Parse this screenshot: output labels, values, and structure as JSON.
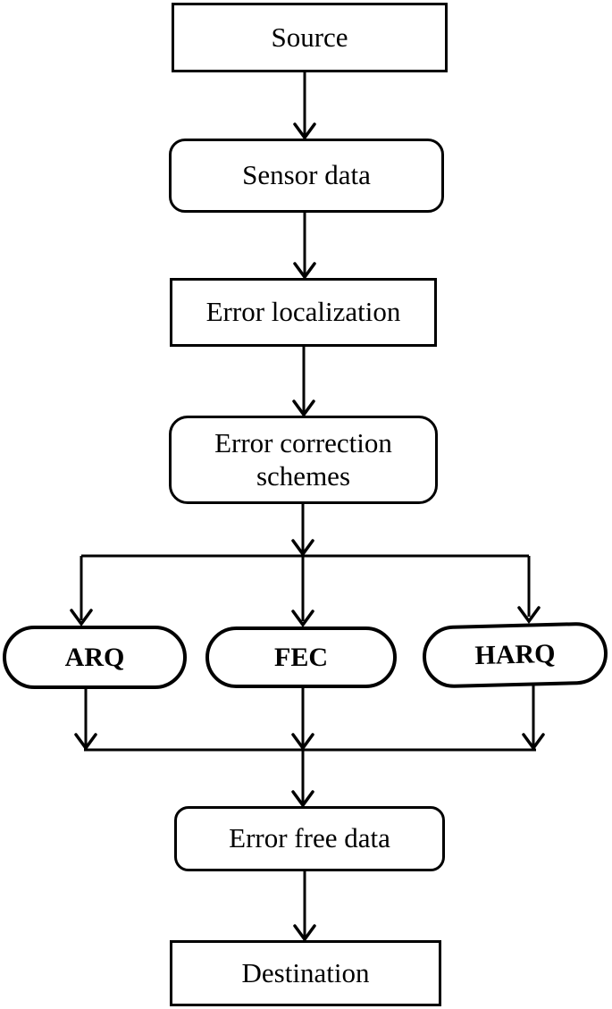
{
  "diagram": {
    "type": "flowchart",
    "background_color": "#ffffff",
    "stroke_color": "#000000",
    "text_color": "#000000",
    "nodes": [
      {
        "id": "source",
        "label": "Source",
        "shape": "rectangle"
      },
      {
        "id": "sensor-data",
        "label": "Sensor data",
        "shape": "rounded-rectangle"
      },
      {
        "id": "error-localization",
        "label": "Error localization",
        "shape": "rectangle"
      },
      {
        "id": "error-correction-schemes",
        "label": "Error correction schemes",
        "shape": "rounded-rectangle"
      },
      {
        "id": "arq",
        "label": "ARQ",
        "shape": "stadium"
      },
      {
        "id": "fec",
        "label": "FEC",
        "shape": "stadium"
      },
      {
        "id": "harq",
        "label": "HARQ",
        "shape": "stadium"
      },
      {
        "id": "error-free-data",
        "label": "Error free data",
        "shape": "rounded-rectangle"
      },
      {
        "id": "destination",
        "label": "Destination",
        "shape": "rectangle"
      }
    ],
    "edges": [
      {
        "from": "source",
        "to": "sensor-data"
      },
      {
        "from": "sensor-data",
        "to": "error-localization"
      },
      {
        "from": "error-localization",
        "to": "error-correction-schemes"
      },
      {
        "from": "error-correction-schemes",
        "to": "arq"
      },
      {
        "from": "error-correction-schemes",
        "to": "fec"
      },
      {
        "from": "error-correction-schemes",
        "to": "harq"
      },
      {
        "from": "arq",
        "to": "error-free-data"
      },
      {
        "from": "fec",
        "to": "error-free-data"
      },
      {
        "from": "harq",
        "to": "error-free-data"
      },
      {
        "from": "error-free-data",
        "to": "destination"
      }
    ]
  }
}
